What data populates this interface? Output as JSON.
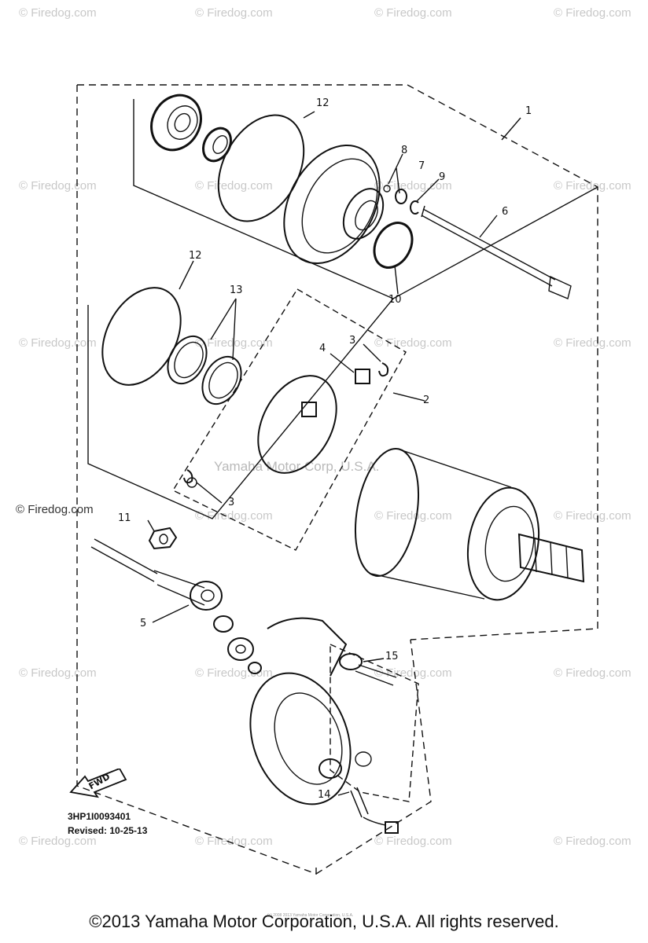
{
  "watermark": "© Firedog.com",
  "center_watermark": "Yamaha Motor Corp, U.S.A.",
  "callouts": [
    "1",
    "2",
    "3",
    "3",
    "3",
    "4",
    "5",
    "6",
    "7",
    "8",
    "9",
    "10",
    "11",
    "12",
    "12",
    "13",
    "14",
    "15"
  ],
  "part_code": "3HP1I0093401",
  "revised": "Revised: 10-25-13",
  "fwd_label": "FWD",
  "footer": "©2013 Yamaha Motor Corporation, U.S.A. All rights reserved.",
  "tiny_footer": "(c) 2008 2013 Yamaha Motor Corporation, U.S.A."
}
